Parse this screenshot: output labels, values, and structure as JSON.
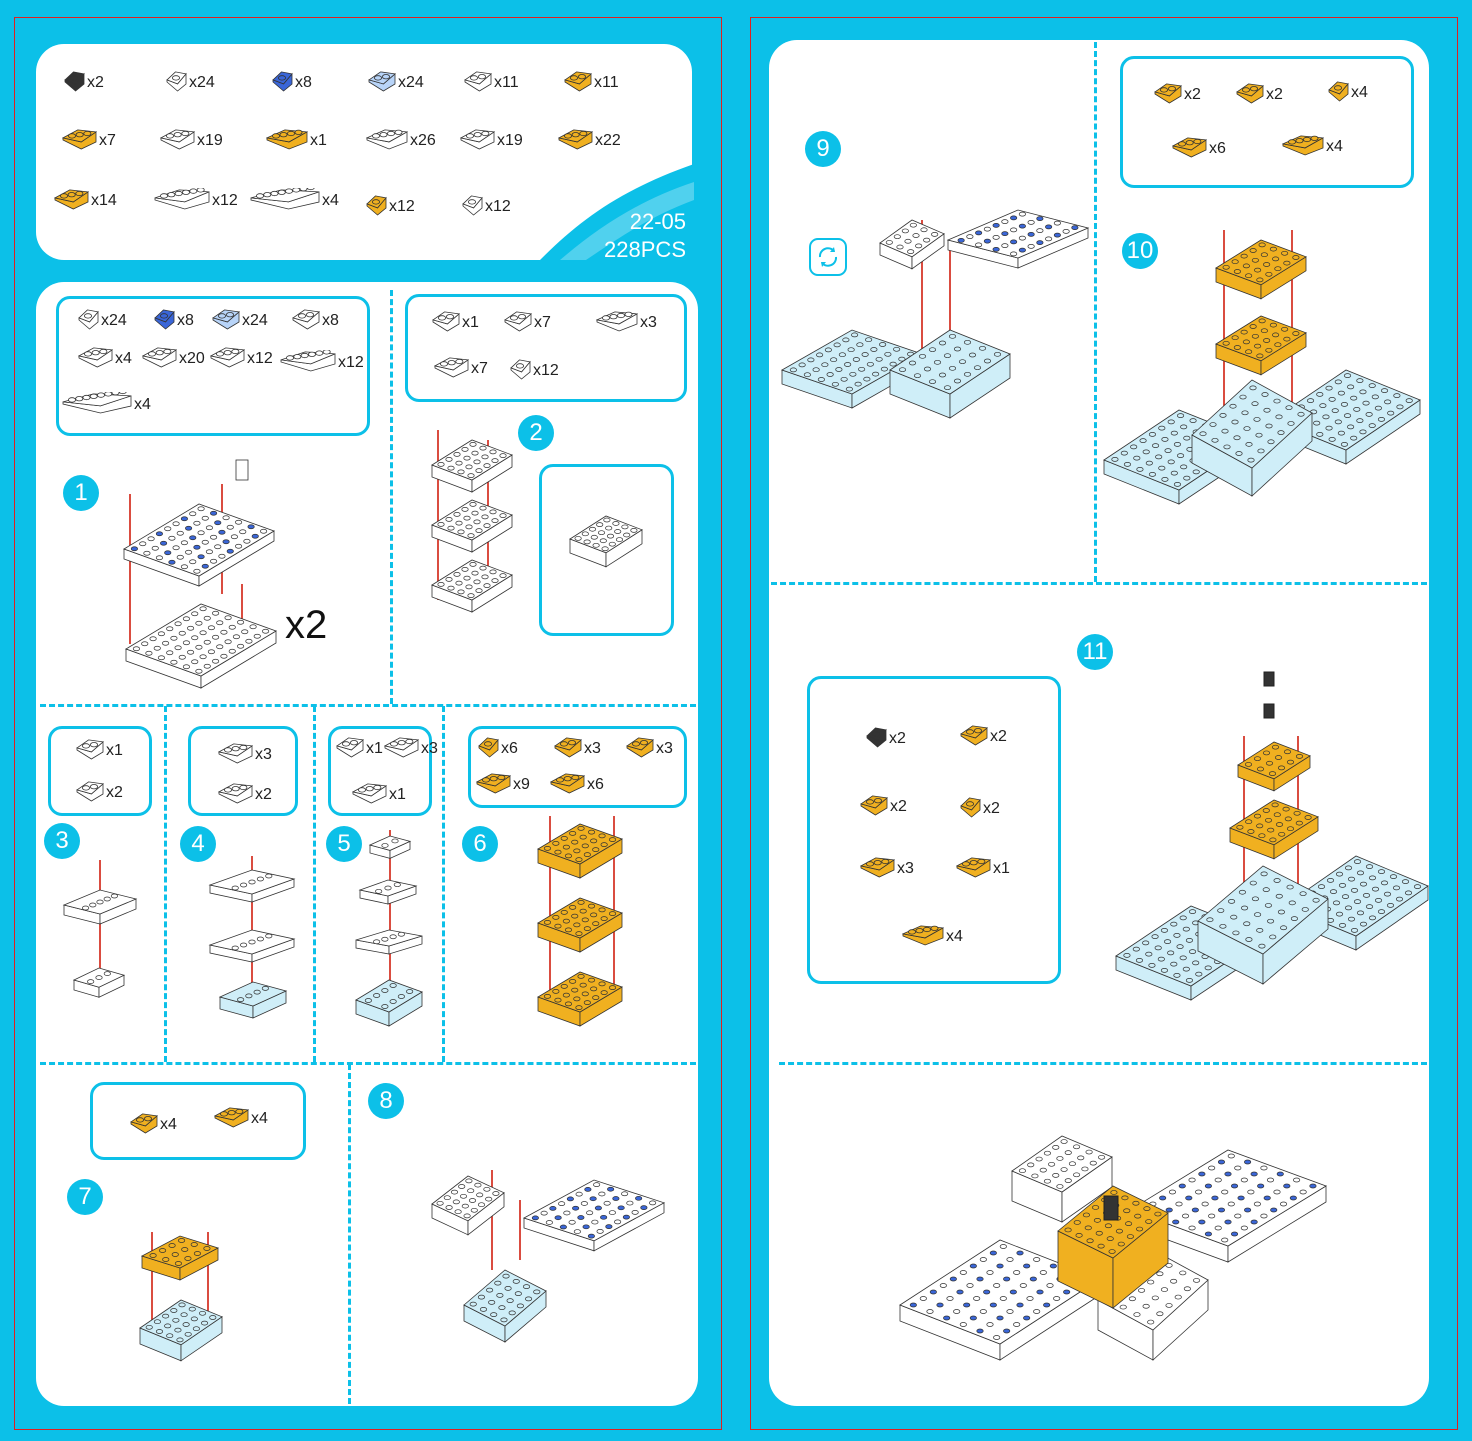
{
  "header": {
    "code": "22-05",
    "pieces": "228PCS"
  },
  "colors": {
    "accent": "#0cc0e8",
    "orange": "#f0b020",
    "white_brick": "#ffffff",
    "blue_brick": "#3a66d8",
    "light_blue": "#cfeef8",
    "black": "#333333"
  },
  "parts_list": [
    {
      "icon": "black-round-brick-icon",
      "count": "x2"
    },
    {
      "icon": "white-1x1-round-brick-icon",
      "count": "x24"
    },
    {
      "icon": "blue-1x1-brick-icon",
      "count": "x8"
    },
    {
      "icon": "light-blue-2x2-brick-icon",
      "count": "x24"
    },
    {
      "icon": "white-2x2-brick-icon",
      "count": "x11"
    },
    {
      "icon": "orange-2x2-brick-icon",
      "count": "x11"
    },
    {
      "icon": "orange-2x3-brick-icon",
      "count": "x7"
    },
    {
      "icon": "white-2x3-brick-icon",
      "count": "x19"
    },
    {
      "icon": "orange-2x4-brick-icon",
      "count": "x1"
    },
    {
      "icon": "white-2x4-brick-icon",
      "count": "x26"
    },
    {
      "icon": "white-3x3-brick-icon",
      "count": "x19"
    },
    {
      "icon": "orange-3x3-brick-icon",
      "count": "x22"
    },
    {
      "icon": "orange-4x4-brick-icon",
      "count": "x14"
    },
    {
      "icon": "white-long-plate-icon",
      "count": "x12"
    },
    {
      "icon": "white-1x8-plate-icon",
      "count": "x4"
    },
    {
      "icon": "orange-l-brick-icon",
      "count": "x12"
    },
    {
      "icon": "white-l-brick-icon",
      "count": "x12"
    }
  ],
  "steps": {
    "s1": {
      "number": "1",
      "multiplier": "x2",
      "parts": [
        "x24",
        "x8",
        "x24",
        "x8",
        "x4",
        "x20",
        "x12",
        "x12",
        "x4"
      ]
    },
    "s2": {
      "number": "2",
      "parts": [
        "x1",
        "x7",
        "x3",
        "x7",
        "x12"
      ]
    },
    "s3": {
      "number": "3",
      "parts": [
        "x1",
        "x2"
      ]
    },
    "s4": {
      "number": "4",
      "parts": [
        "x3",
        "x2"
      ]
    },
    "s5": {
      "number": "5",
      "parts": [
        "x1",
        "x3",
        "x1"
      ]
    },
    "s6": {
      "number": "6",
      "parts": [
        "x6",
        "x3",
        "x3",
        "x9",
        "x6"
      ]
    },
    "s7": {
      "number": "7",
      "parts": [
        "x4",
        "x4"
      ]
    },
    "s8": {
      "number": "8"
    },
    "s9": {
      "number": "9"
    },
    "s10": {
      "number": "10",
      "parts": [
        "x2",
        "x2",
        "x4",
        "x6",
        "x4"
      ]
    },
    "s11": {
      "number": "11",
      "parts": [
        "x2",
        "x2",
        "x2",
        "x2",
        "x3",
        "x1",
        "x4"
      ]
    }
  }
}
